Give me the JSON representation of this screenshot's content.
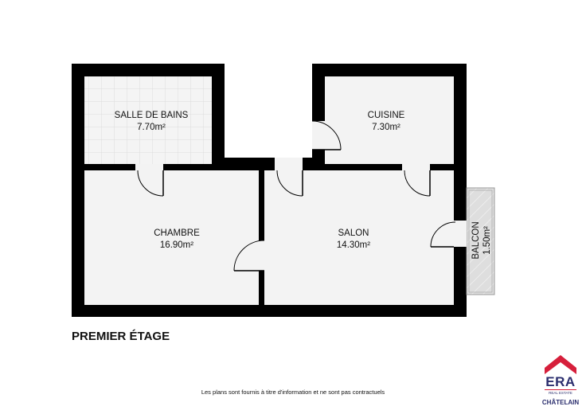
{
  "plan": {
    "rooms": [
      {
        "name": "SALLE DE BAINS",
        "area": "7.70m²"
      },
      {
        "name": "CUISINE",
        "area": "7.30m²"
      },
      {
        "name": "CHAMBRE",
        "area": "16.90m²"
      },
      {
        "name": "SALON",
        "area": "14.30m²"
      },
      {
        "name": "BALCON",
        "area": "1.50m²"
      }
    ],
    "floor_title": "PREMIER ÉTAGE",
    "disclaimer": "Les plans sont fournis à titre d'information et ne sont pas contractuels"
  },
  "logo": {
    "brand": "ERA",
    "tagline": "REAL ESTATE",
    "agency": "CHÂTELAIN",
    "red": "#d61f3b",
    "navy": "#2b2e6e"
  },
  "colors": {
    "wall": "#000000",
    "floor": "#f3f3f3",
    "balcony": "#dedede"
  }
}
